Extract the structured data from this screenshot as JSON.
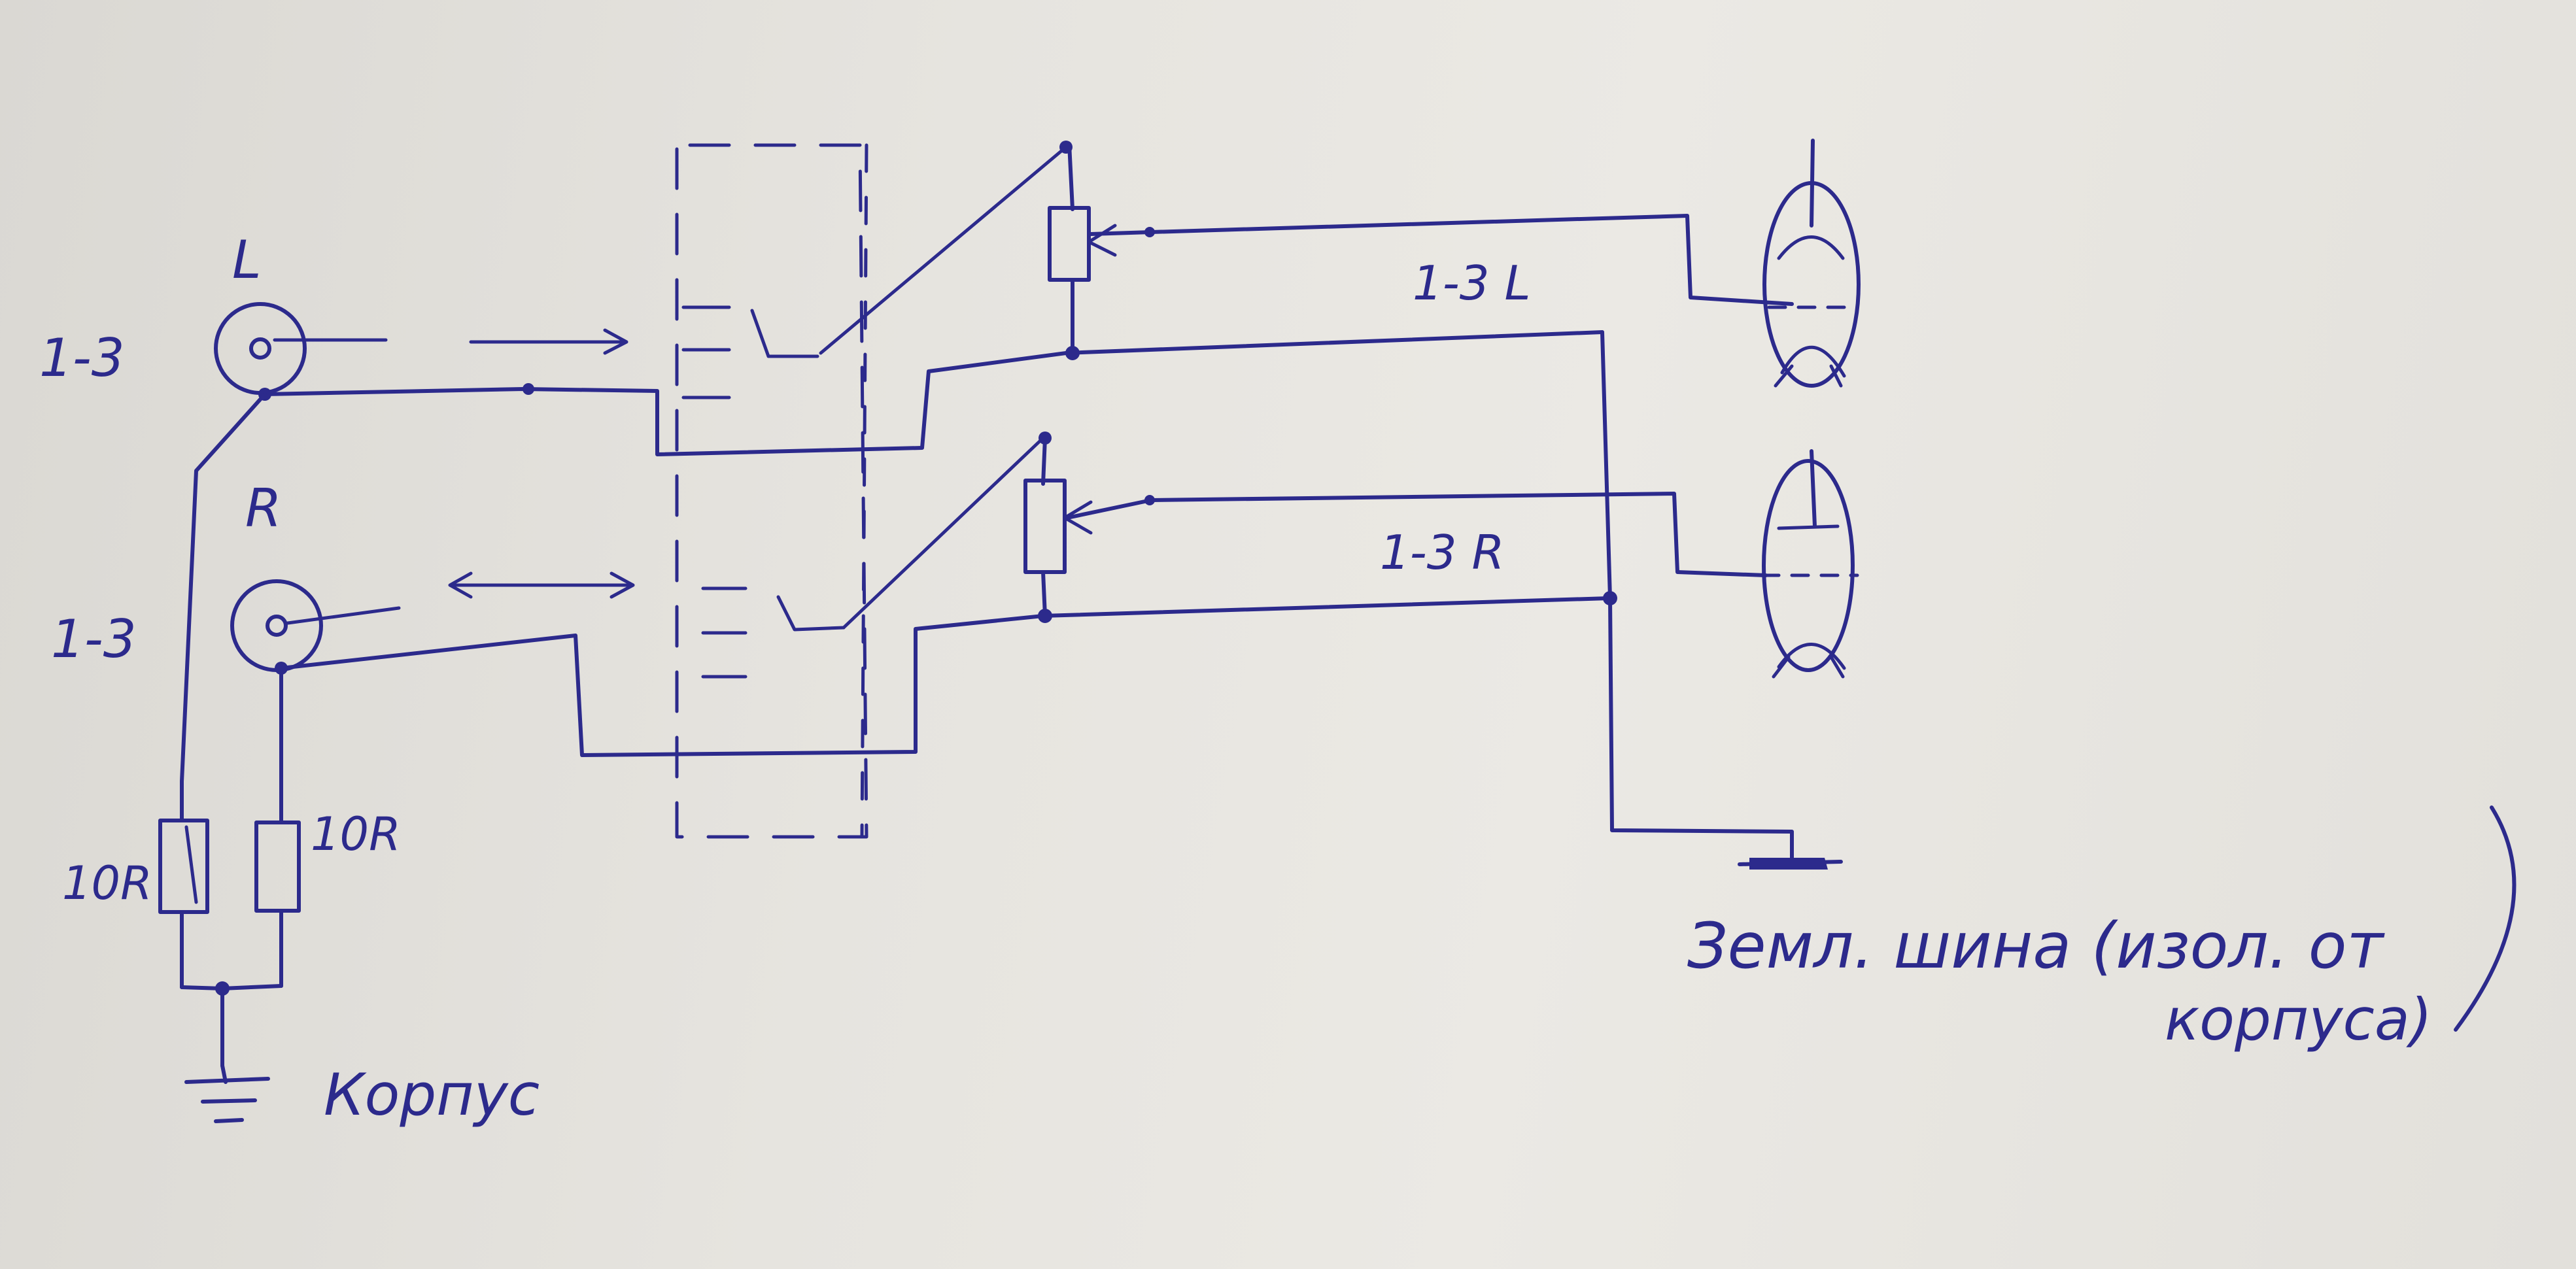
{
  "diagram": {
    "jacks": {
      "left": {
        "channel": "L",
        "pins": "1-3"
      },
      "right": {
        "channel": "R",
        "pins": "1-3"
      }
    },
    "resistors": {
      "left": "10R",
      "right": "10R"
    },
    "nets": {
      "left_bus": "1-3 L",
      "right_bus": "1-3 R"
    },
    "ground_chassis": "Корпус",
    "ground_bus": {
      "line1": "Земл. шина (изол. от",
      "line2": "корпуса)"
    }
  },
  "ink_color": "#2c2a8c"
}
